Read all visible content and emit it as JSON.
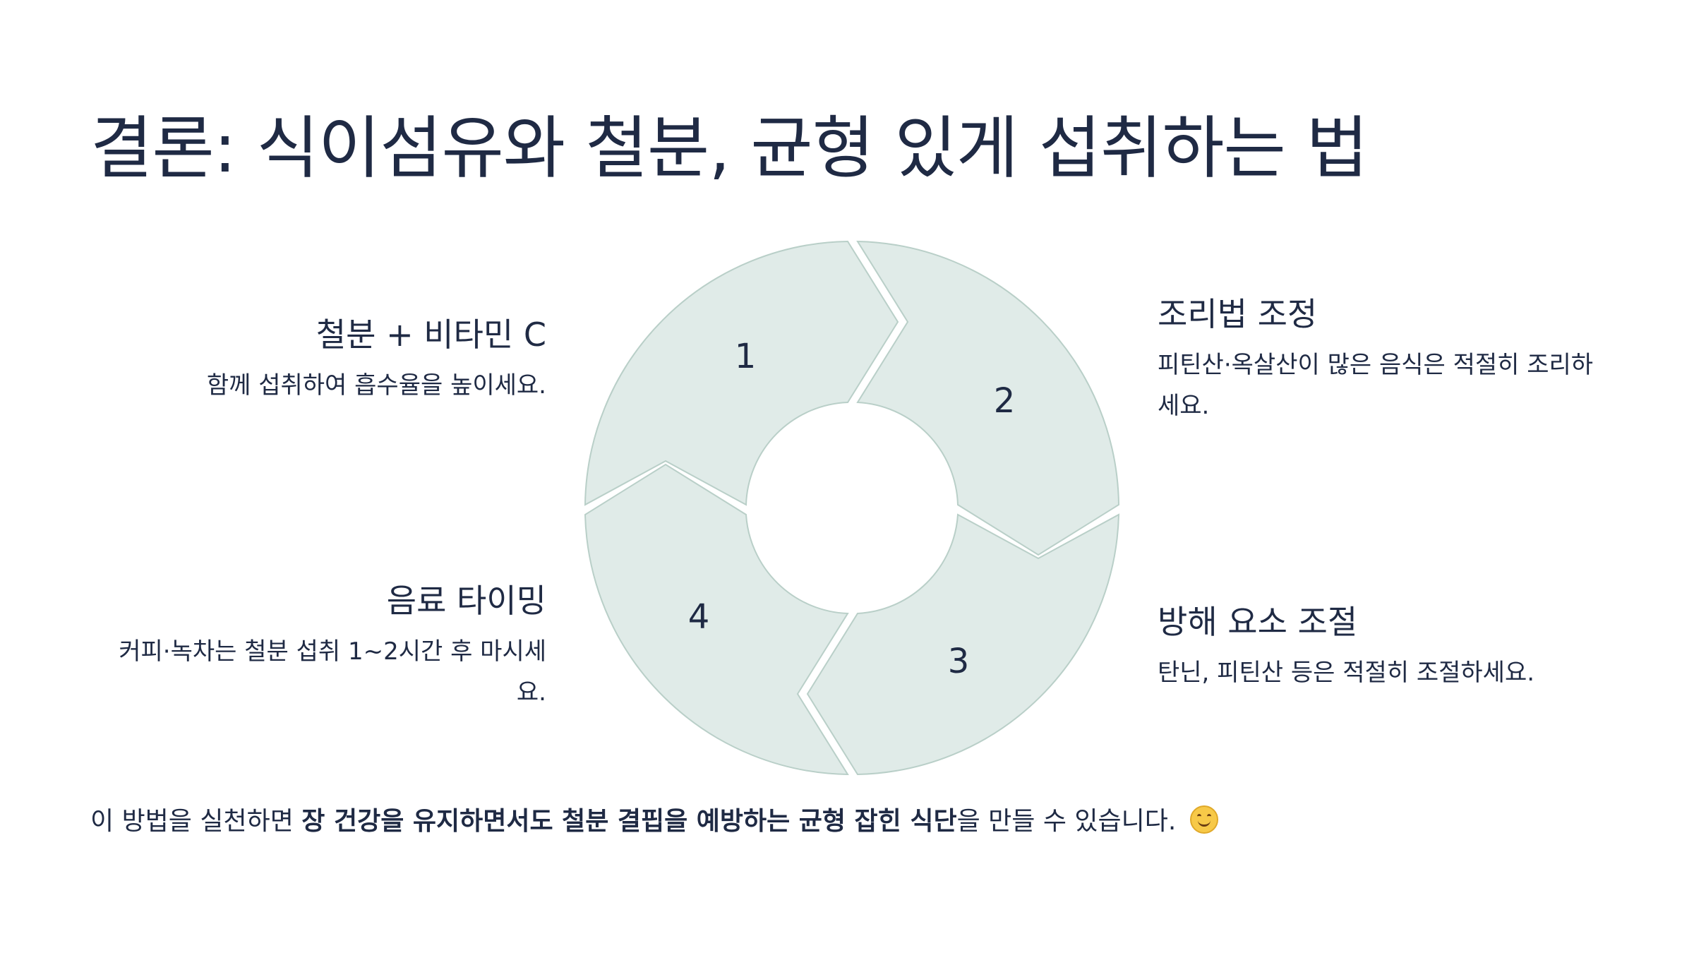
{
  "title": "결론: 식이섬유와 철분, 균형 있게 섭취하는 법",
  "diagram": {
    "segments": [
      {
        "number": "1"
      },
      {
        "number": "2"
      },
      {
        "number": "3"
      },
      {
        "number": "4"
      }
    ],
    "colors": {
      "fill": "#e0ebe8",
      "stroke": "#b9cfc8"
    }
  },
  "steps": {
    "top_left": {
      "title": "철분 + 비타민 C",
      "desc": "함께 섭취하여 흡수율을 높이세요."
    },
    "top_right": {
      "title": "조리법 조정",
      "desc_line1": "피틴산·옥살산이 많은 음식은 적절히 조리하",
      "desc_line2": "세요."
    },
    "bottom_right": {
      "title": "방해 요소 조절",
      "desc": "탄닌, 피틴산 등은 적절히 조절하세요."
    },
    "bottom_left": {
      "title": "음료 타이밍",
      "desc_line1": "커피·녹차는 철분 섭취 1~2시간 후 마시세",
      "desc_line2": "요."
    }
  },
  "footer": {
    "prefix": "이 방법을 실천하면 ",
    "bold": "장 건강을 유지하면서도 철분 결핍을 예방하는 균형 잡힌 식단",
    "suffix": "을 만들 수 있습니다.",
    "emoji_icon": "smiling-face-icon"
  },
  "colors": {
    "text": "#1f2a44",
    "background": "#ffffff"
  }
}
